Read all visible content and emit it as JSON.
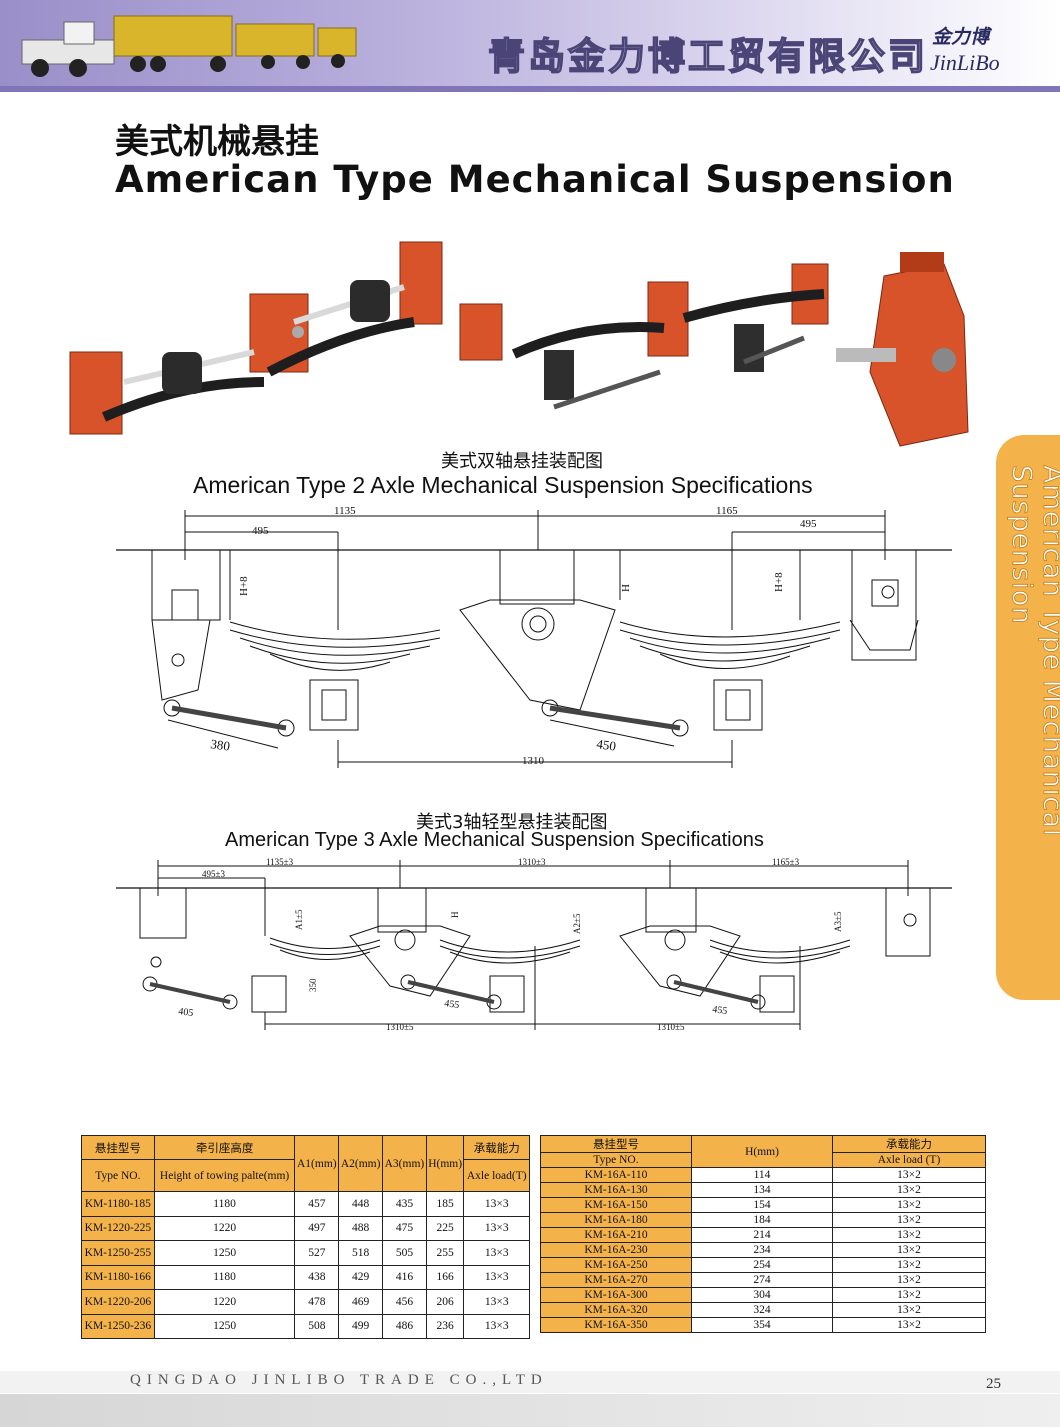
{
  "header": {
    "company_cn": "青岛金力博工贸有限公司",
    "brand_cn": "金力博",
    "brand_en": "JinLiBo"
  },
  "title": {
    "cn": "美式机械悬挂",
    "en": "American Type Mechanical Suspension"
  },
  "side_tab": {
    "text": "American Type Mechanical Suspension"
  },
  "diagram2": {
    "title_cn": "美式双轴悬挂装配图",
    "title_en": "American Type 2 Axle Mechanical Suspension Specifications",
    "dims": {
      "d1135": "1135",
      "d1165": "1165",
      "d495a": "495",
      "d495b": "495",
      "h8a": "H+8",
      "h": "H",
      "h8b": "H+8",
      "d380": "380",
      "d450": "450",
      "d1310": "1310"
    }
  },
  "diagram3": {
    "title_cn": "美式3轴轻型悬挂装配图",
    "title_en": "American Type 3 Axle Mechanical Suspension Specifications",
    "dims": {
      "d1135": "1135±3",
      "d1310top": "1310±3",
      "d1165": "1165±3",
      "d495": "495±3",
      "a1": "A1±5",
      "a2": "A2±5",
      "a3": "A3±5",
      "h": "H",
      "d350": "350",
      "d405": "405",
      "d455a": "455",
      "d455b": "455",
      "d1310a": "1310±5",
      "d1310b": "1310±5"
    }
  },
  "table1": {
    "headers": {
      "type_cn": "悬挂型号",
      "type_en": "Type NO.",
      "height_cn": "牵引座高度",
      "height_en": "Height of towing palte(mm)",
      "a1": "A1(mm)",
      "a2": "A2(mm)",
      "a3": "A3(mm)",
      "h": "H(mm)",
      "load_cn": "承载能力",
      "load_en": "Axle load(T)"
    },
    "rows": [
      [
        "KM-1180-185",
        "1180",
        "457",
        "448",
        "435",
        "185",
        "13×3"
      ],
      [
        "KM-1220-225",
        "1220",
        "497",
        "488",
        "475",
        "225",
        "13×3"
      ],
      [
        "KM-1250-255",
        "1250",
        "527",
        "518",
        "505",
        "255",
        "13×3"
      ],
      [
        "KM-1180-166",
        "1180",
        "438",
        "429",
        "416",
        "166",
        "13×3"
      ],
      [
        "KM-1220-206",
        "1220",
        "478",
        "469",
        "456",
        "206",
        "13×3"
      ],
      [
        "KM-1250-236",
        "1250",
        "508",
        "499",
        "486",
        "236",
        "13×3"
      ]
    ]
  },
  "table2": {
    "headers": {
      "type_cn": "悬挂型号",
      "type_en": "Type NO.",
      "h": "H(mm)",
      "load_cn": "承载能力",
      "load_en": "Axle load (T)"
    },
    "rows": [
      [
        "KM-16A-110",
        "114",
        "13×2"
      ],
      [
        "KM-16A-130",
        "134",
        "13×2"
      ],
      [
        "KM-16A-150",
        "154",
        "13×2"
      ],
      [
        "KM-16A-180",
        "184",
        "13×2"
      ],
      [
        "KM-16A-210",
        "214",
        "13×2"
      ],
      [
        "KM-16A-230",
        "234",
        "13×2"
      ],
      [
        "KM-16A-250",
        "254",
        "13×2"
      ],
      [
        "KM-16A-270",
        "274",
        "13×2"
      ],
      [
        "KM-16A-300",
        "304",
        "13×2"
      ],
      [
        "KM-16A-320",
        "324",
        "13×2"
      ],
      [
        "KM-16A-350",
        "354",
        "13×2"
      ]
    ]
  },
  "footer": {
    "company": "QINGDAO JINLIBO TRADE CO.,LTD",
    "page": "25"
  },
  "colors": {
    "accent": "#f4b24a",
    "header": "#9a8fc9",
    "steel_red": "#d9532a"
  }
}
